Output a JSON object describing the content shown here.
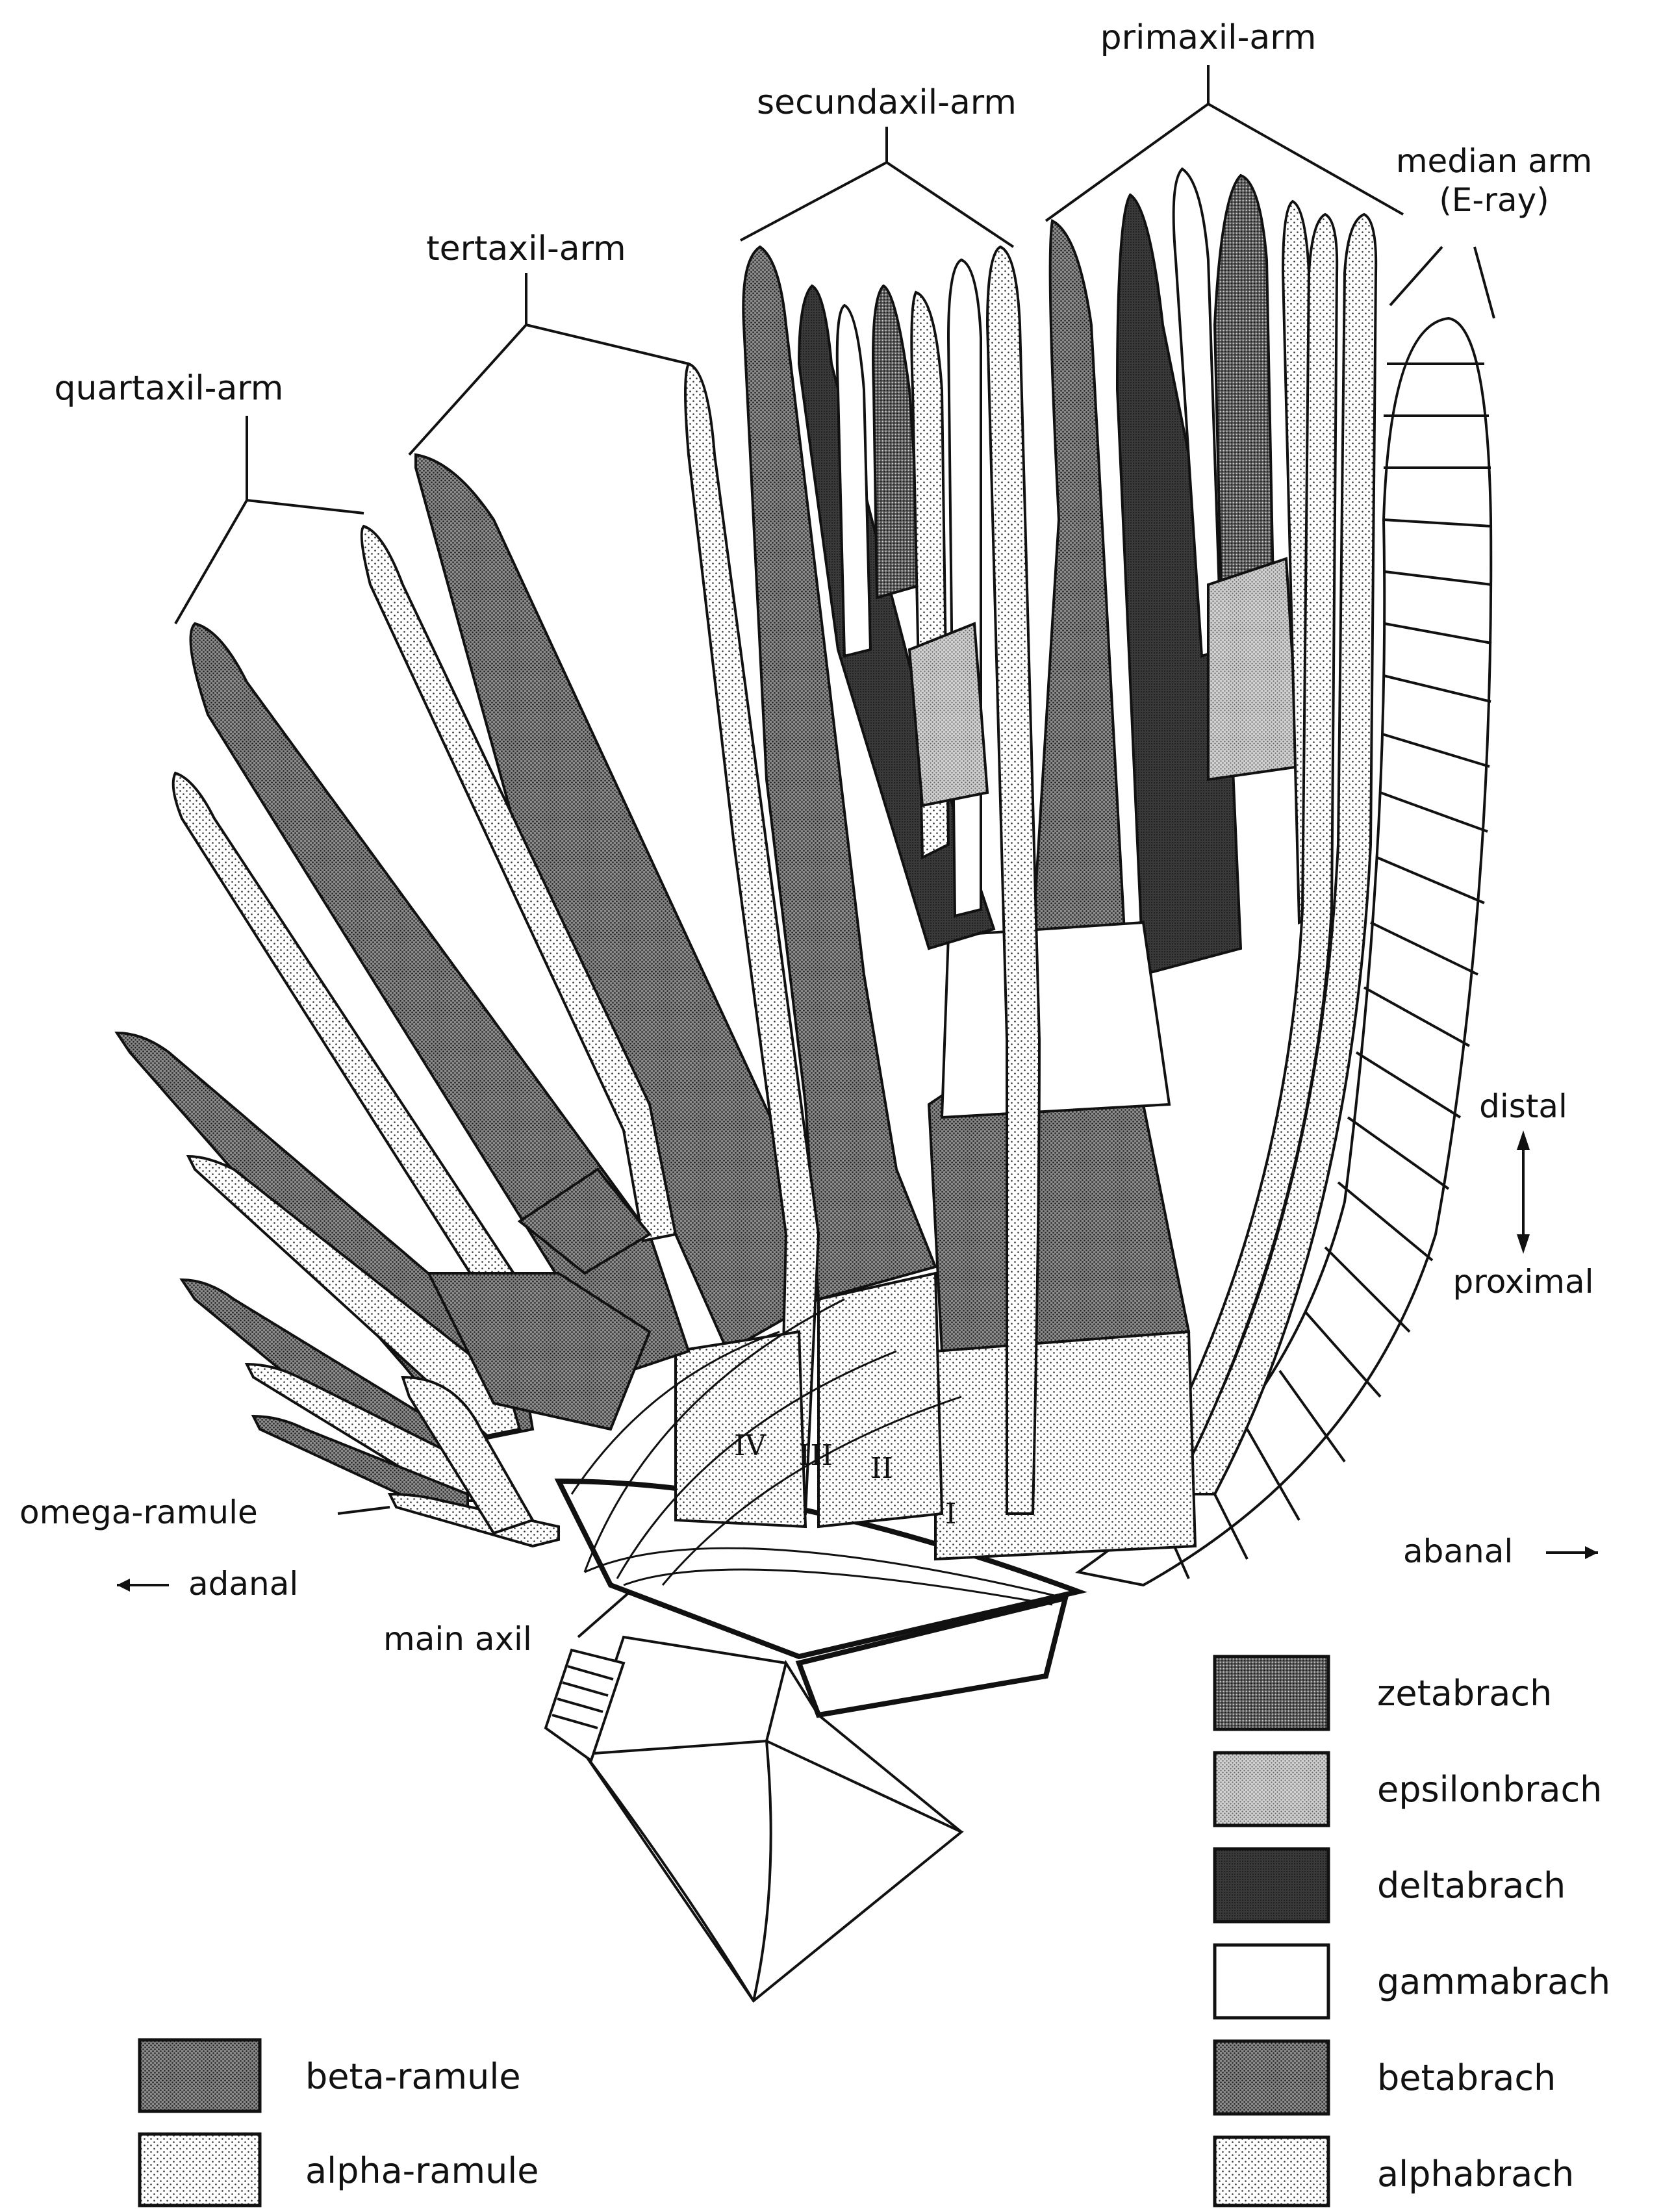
{
  "arm_labels": {
    "primaxil": "primaxil-arm",
    "secundaxil": "secundaxil-arm",
    "tertaxil": "tertaxil-arm",
    "quartaxil": "quartaxil-arm",
    "median_line1": "median arm",
    "median_line2": "(E-ray)"
  },
  "side_labels": {
    "omega": "omega-ramule",
    "adanal": "adanal",
    "abanal": "abanal",
    "main_axil": "main axil",
    "distal": "distal",
    "proximal": "proximal"
  },
  "axil_numerals": [
    "IV",
    "III",
    "II",
    "I"
  ],
  "legend_right": [
    {
      "label": "zetabrach",
      "pattern": "zeta"
    },
    {
      "label": "epsilonbrach",
      "pattern": "epsilon"
    },
    {
      "label": "deltabrach",
      "pattern": "delta"
    },
    {
      "label": "gammabrach",
      "pattern": "gamma"
    },
    {
      "label": "betabrach",
      "pattern": "beta"
    },
    {
      "label": "alphabrach",
      "pattern": "alpha"
    }
  ],
  "legend_left": [
    {
      "label": "beta-ramule",
      "pattern": "beta"
    },
    {
      "label": "alpha-ramule",
      "pattern": "alpha"
    }
  ]
}
